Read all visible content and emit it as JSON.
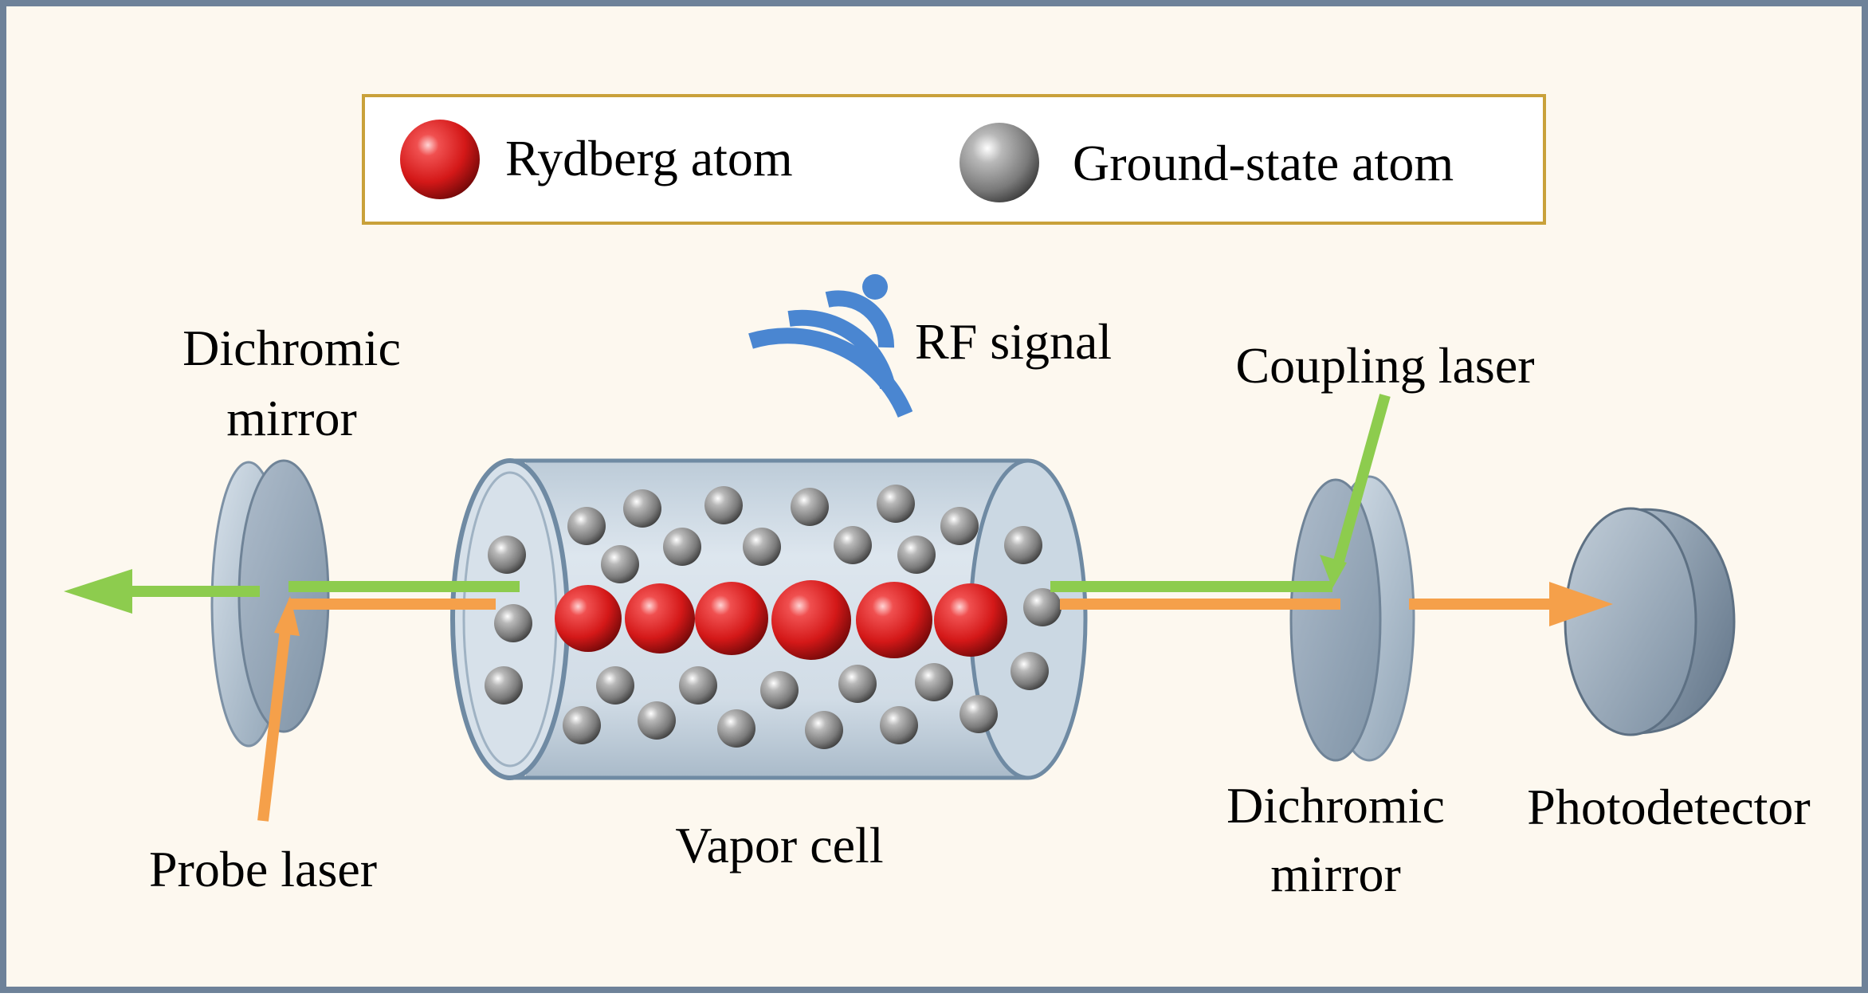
{
  "legend": {
    "rydberg_label": "Rydberg atom",
    "ground_label": "Ground-state atom"
  },
  "labels": {
    "left_mirror_line1": "Dichromic",
    "left_mirror_line2": "mirror",
    "rf_signal": "RF signal",
    "coupling_laser": "Coupling laser",
    "probe_laser": "Probe laser",
    "vapor_cell": "Vapor cell",
    "right_mirror_line1": "Dichromic",
    "right_mirror_line2": "mirror",
    "photodetector": "Photodetector"
  },
  "colors": {
    "background": "#fdf8ef",
    "frame_border": "#6e8299",
    "legend_border": "#c9a13a",
    "coupling_laser": "#8dcc4e",
    "probe_laser": "#f5a04a",
    "rf_signal": "#4a86d1",
    "rydberg_atom": "#d91f1f",
    "ground_atom": "#8c8c8c",
    "glass": "#c9d6e2"
  },
  "icons": {
    "rf": "wifi-signal-icon",
    "rydberg": "red-sphere",
    "ground": "gray-sphere"
  }
}
